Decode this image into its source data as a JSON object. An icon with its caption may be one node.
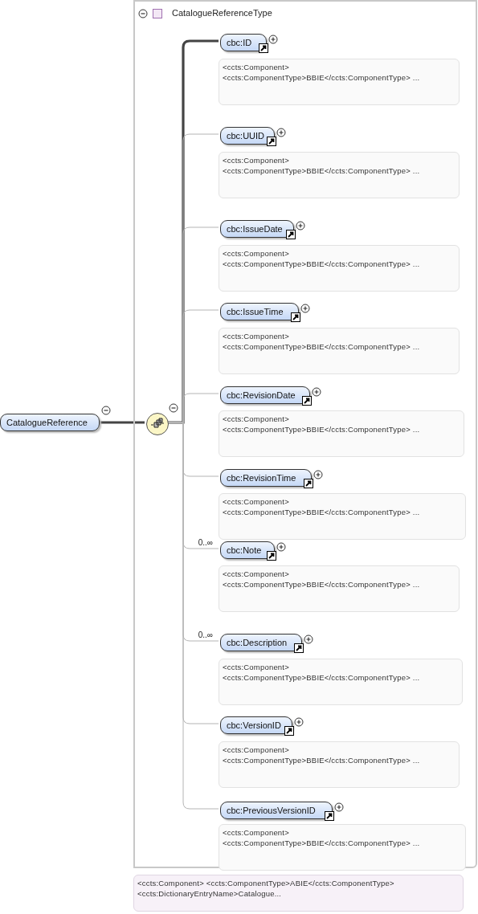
{
  "diagram": {
    "nodes": [
      {
        "text": [
          "CatalogueReference"
        ]
      },
      {
        "text": [
          "CatalogueReferenceType"
        ],
        "beside": [
          "<ccts:Component> <ccts:ComponentType>ABIE</ccts:ComponentType> <ccts:DictionaryEntryName>Catalogue..."
        ]
      },
      {
        "text": [],
        "shape": "circle",
        "in": 1
      },
      {
        "text": [
          "cbc:ID"
        ],
        "in": 1,
        "beside": [
          "<ccts:Component> <ccts:ComponentType>BBIE</ccts:ComponentType> ..."
        ]
      },
      {
        "text": [
          "cbc:UUID"
        ],
        "in": 1,
        "beside": [
          "<ccts:Component> <ccts:ComponentType>BBIE</ccts:ComponentType> ..."
        ]
      },
      {
        "text": [
          "cbc:IssueDate"
        ],
        "in": 1,
        "beside": [
          "<ccts:Component> <ccts:ComponentType>BBIE</ccts:ComponentType> ..."
        ]
      },
      {
        "text": [
          "cbc:IssueTime"
        ],
        "in": 1,
        "beside": [
          "<ccts:Component> <ccts:ComponentType>BBIE</ccts:ComponentType> ..."
        ]
      },
      {
        "text": [
          "cbc:RevisionDate"
        ],
        "in": 1,
        "beside": [
          "<ccts:Component> <ccts:ComponentType>BBIE</ccts:ComponentType> ..."
        ]
      },
      {
        "text": [
          "cbc:RevisionTime"
        ],
        "in": 1,
        "beside": [
          "<ccts:Component> <ccts:ComponentType>BBIE</ccts:ComponentType> ..."
        ]
      },
      {
        "text": [
          "cbc:Note"
        ],
        "in": 1,
        "beside": [
          "<ccts:Component> <ccts:ComponentType>BBIE</ccts:ComponentType> ..."
        ]
      },
      {
        "text": [
          "cbc:Description"
        ],
        "in": 1,
        "beside": [
          "<ccts:Component> <ccts:ComponentType>BBIE</ccts:ComponentType> ..."
        ]
      },
      {
        "text": [
          "cbc:VersionID"
        ],
        "in": 1,
        "beside": [
          "<ccts:Component> <ccts:ComponentType>BBIE</ccts:ComponentType> ..."
        ]
      },
      {
        "text": [
          "cbc:PreviousVersionID"
        ],
        "in": 1,
        "beside": [
          "<ccts:Component> <ccts:ComponentType>BBIE</ccts:ComponentType> ..."
        ]
      }
    ],
    "edges": [
      {
        "from": 0,
        "to": 2,
        "arrow": "none",
        "style": "thick",
        "color": "#444444"
      },
      {
        "from": 2,
        "to": 3,
        "arrow": "none",
        "style": "thick",
        "color": "#444444"
      },
      {
        "from": 2,
        "to": 4,
        "arrow": "none"
      },
      {
        "from": 2,
        "to": 5,
        "arrow": "none"
      },
      {
        "from": 2,
        "to": 6,
        "arrow": "none"
      },
      {
        "from": 2,
        "to": 7,
        "arrow": "none"
      },
      {
        "from": 2,
        "to": 8,
        "arrow": "none"
      },
      {
        "from": 2,
        "to": 9,
        "arrow": "none",
        "label": "0..∞"
      },
      {
        "from": 2,
        "to": 10,
        "arrow": "none",
        "label": "0..∞"
      },
      {
        "from": 2,
        "to": 11,
        "arrow": "none"
      },
      {
        "from": 2,
        "to": 12,
        "arrow": "none"
      }
    ]
  }
}
